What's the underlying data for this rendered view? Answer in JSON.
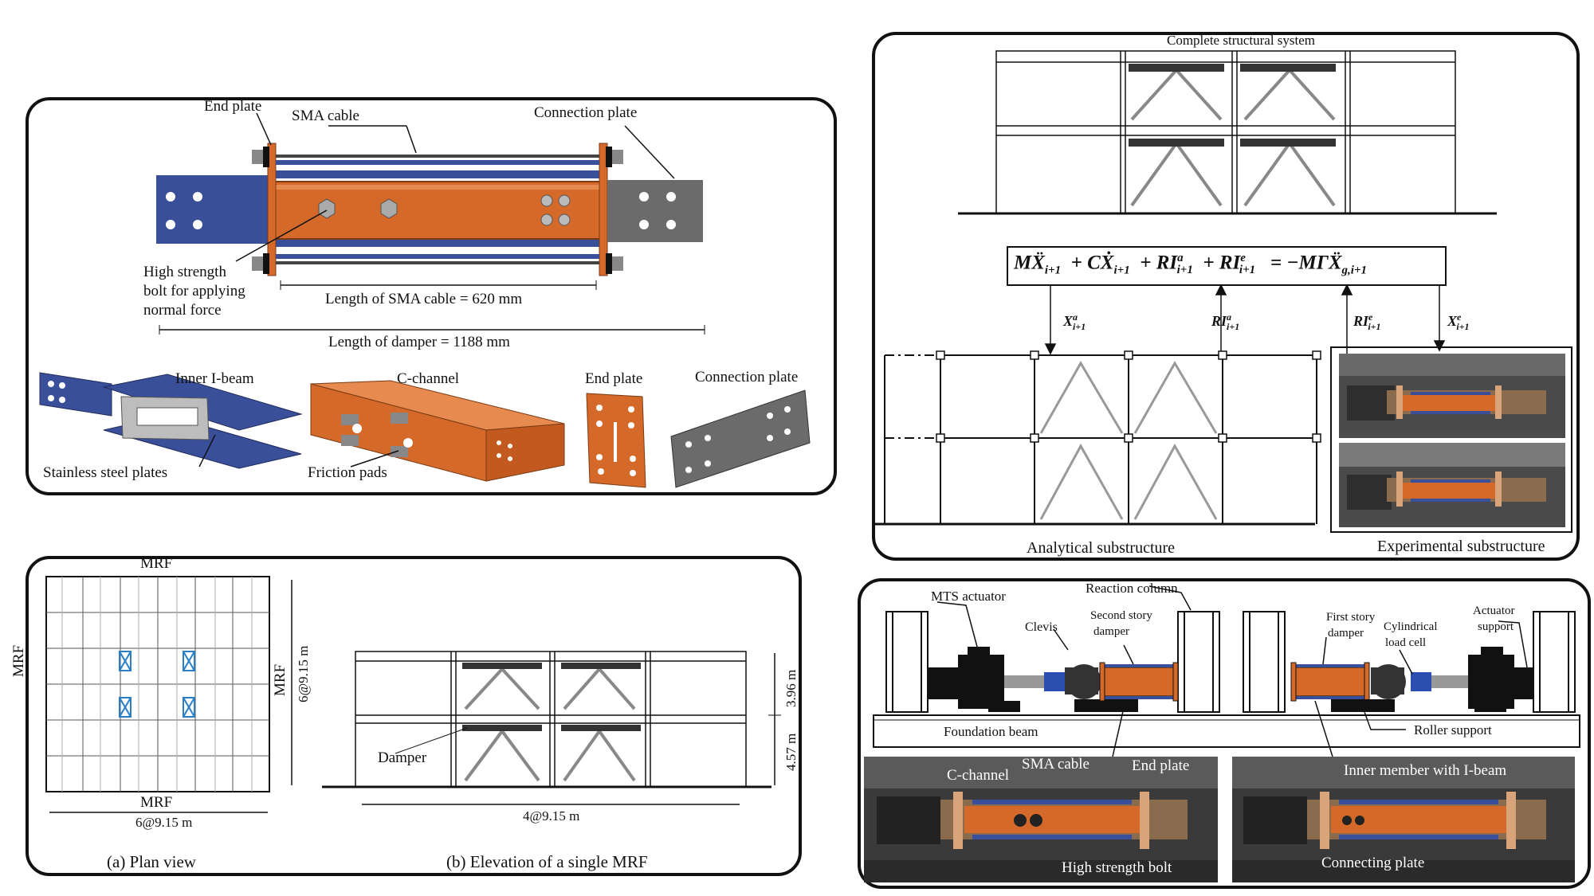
{
  "damper": {
    "end_plate": "End plate",
    "sma_cable": "SMA cable",
    "connection_plate": "Connection plate",
    "bolt_line1": "High strength",
    "bolt_line2": "bolt for applying",
    "bolt_line3": "normal force",
    "sma_length": "Length of SMA cable = 620 mm",
    "damper_length": "Length of damper = 1188 mm",
    "inner_ibeam": "Inner I-beam",
    "c_channel": "C-channel",
    "end_plate_part": "End plate",
    "connection_plate_part": "Connection plate",
    "stainless": "Stainless steel plates",
    "friction": "Friction pads"
  },
  "building": {
    "mrf_top": "MRF",
    "mrf_bottom": "MRF",
    "mrf_left": "MRF",
    "mrf_right": "MRF",
    "dim_vertical": "6@9.15 m",
    "dim_horizontal": "6@9.15 m",
    "story_upper": "3.96 m",
    "story_lower": "4.57 m",
    "elev_dim": "4@9.15 m",
    "damper": "Damper",
    "caption_a": "(a) Plan view",
    "caption_b": "(b) Elevation of a single MRF"
  },
  "hybrid": {
    "title": "Complete structural system",
    "eq_M": "MẌ",
    "eq_C": "+ CẊ",
    "eq_RIa": "+ RI",
    "eq_RIe": "+ RI",
    "eq_rhs": "= −MΓẌ",
    "eq_sub_i1": "i+1",
    "eq_sub_g": "g,i+1",
    "sup_a": "a",
    "sup_e": "e",
    "arrow_xa": "X",
    "arrow_ria": "RI",
    "arrow_rie": "RI",
    "arrow_xe": "X",
    "analytical": "Analytical substructure",
    "experimental": "Experimental substructure"
  },
  "test_setup": {
    "mts": "MTS actuator",
    "reaction": "Reaction column",
    "clevis": "Clevis",
    "second_story_1": "Second story",
    "second_story_2": "damper",
    "first_story_1": "First story",
    "first_story_2": "damper",
    "load_cell_1": "Cylindrical",
    "load_cell_2": "load cell",
    "actuator_support_1": "Actuator",
    "actuator_support_2": "support",
    "foundation": "Foundation beam",
    "roller": "Roller support",
    "photo_c_channel": "C-channel",
    "photo_sma": "SMA cable",
    "photo_end_plate": "End plate",
    "photo_bolt": "High strength bolt",
    "photo_inner": "Inner member with I-beam",
    "photo_connecting": "Connecting plate"
  },
  "colors": {
    "orange": "#d4692a",
    "blue": "#3a4f9a",
    "gray": "#6b6b6b",
    "dark_photo": "#3a3a3a"
  }
}
